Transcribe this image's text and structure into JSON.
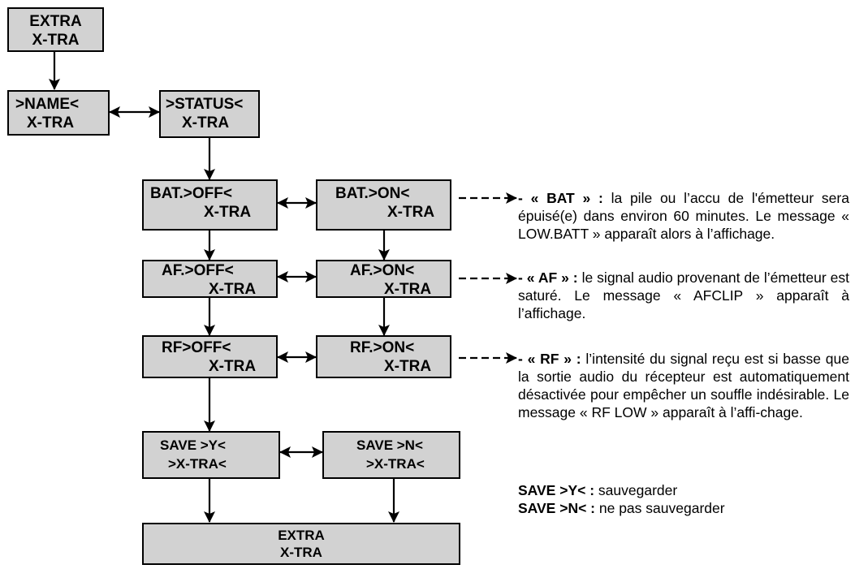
{
  "boxes": {
    "extra_top": {
      "line1": "EXTRA",
      "line2": "X-TRA"
    },
    "name": {
      "line1": ">NAME<",
      "line2": "X-TRA"
    },
    "status": {
      "line1": ">STATUS<",
      "line2": "X-TRA"
    },
    "bat_off": {
      "line1": "BAT.>OFF<",
      "line2": "X-TRA"
    },
    "bat_on": {
      "line1": "BAT.>ON<",
      "line2": "X-TRA"
    },
    "af_off": {
      "line1": "AF.>OFF<",
      "line2": "X-TRA"
    },
    "af_on": {
      "line1": "AF.>ON<",
      "line2": "X-TRA"
    },
    "rf_off": {
      "line1": "RF>OFF<",
      "line2": "X-TRA"
    },
    "rf_on": {
      "line1": "RF.>ON<",
      "line2": "X-TRA"
    },
    "save_y": {
      "line1": "SAVE >Y<",
      "line2": ">X-TRA<"
    },
    "save_n": {
      "line1": "SAVE >N<",
      "line2": ">X-TRA<"
    },
    "extra_bottom": {
      "line1": "EXTRA",
      "line2": "X-TRA"
    }
  },
  "notes": {
    "bat": {
      "label": "- « BAT » :",
      "text": "la pile ou l’accu de l'émetteur sera épuisé(e) dans environ 60 minutes. Le message « LOW.BATT » apparaît alors à l’affichage."
    },
    "af": {
      "label": "- « AF » :",
      "text": "le signal audio provenant de l’émetteur est saturé. Le message « AFCLIP » apparaît à l’affichage."
    },
    "rf": {
      "label": "- « RF » :",
      "text": "l’intensité du signal reçu est si basse que la sortie audio du récepteur est automatiquement désactivée pour empêcher un souffle indésirable. Le message « RF LOW » apparaît à l’affi-chage."
    }
  },
  "save_legend": {
    "y_label": "SAVE >Y< :",
    "y_text": "sauvegarder",
    "n_label": "SAVE >N< :",
    "n_text": "ne pas sauvegarder"
  }
}
